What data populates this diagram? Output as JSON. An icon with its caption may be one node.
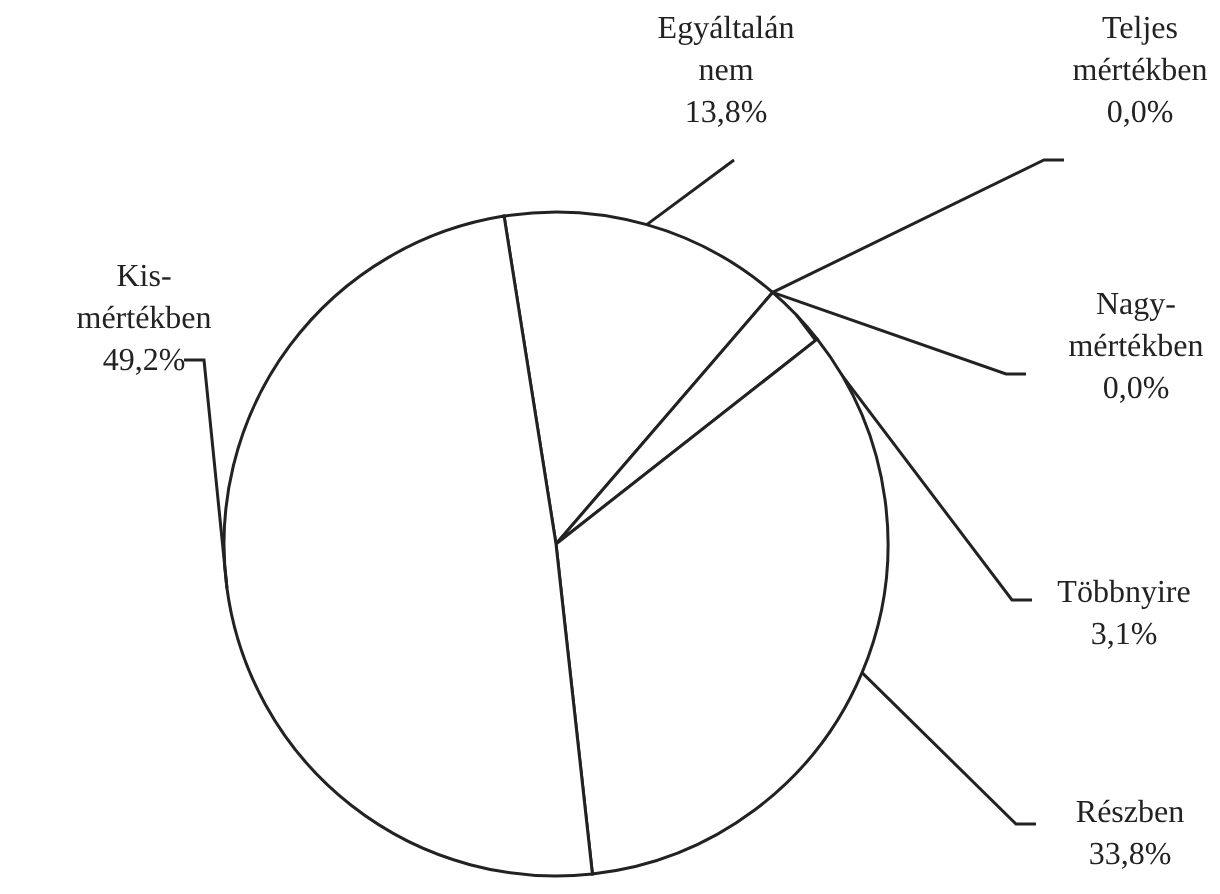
{
  "diagram": {
    "chart_data": {
      "type": "pie",
      "categories": [
        "Egyáltalán nem",
        "Teljes mértékben",
        "Nagy- mértékben",
        "Többnyire",
        "Részben",
        "Kis- mértékben"
      ],
      "values": [
        13.8,
        0.0,
        0.0,
        3.1,
        33.8,
        49.2
      ],
      "value_labels": [
        "13,8%",
        "0,0%",
        "0,0%",
        "3,1%",
        "33,8%",
        "49,2%"
      ]
    }
  }
}
